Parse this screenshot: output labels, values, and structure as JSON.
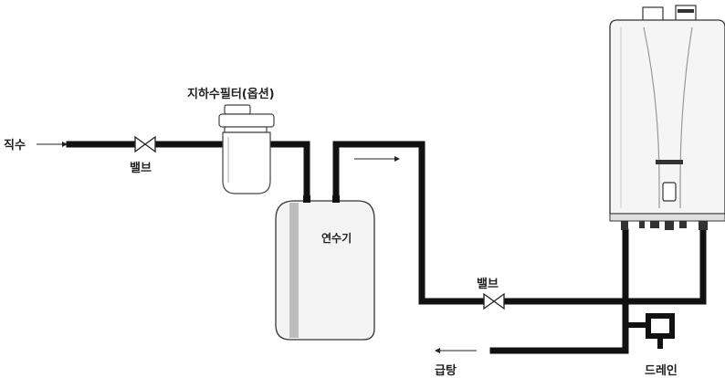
{
  "labels": {
    "direct_water": "직수",
    "valve_1": "밸브",
    "filter": "지하수필터(옵션)",
    "softener": "연수기",
    "valve_2": "밸브",
    "hot_water_supply": "급탕",
    "drain": "드레인"
  },
  "colors": {
    "pipe": "#111111",
    "outline": "#333333",
    "text": "#222222",
    "heater_body": "#f4f4f4",
    "softener_body": "#e9e9e9"
  },
  "icons": [
    "arrow-right-icon",
    "valve-icon",
    "filter-icon",
    "softener-icon",
    "water-heater-icon",
    "drain-trap-icon",
    "arrow-left-icon"
  ]
}
